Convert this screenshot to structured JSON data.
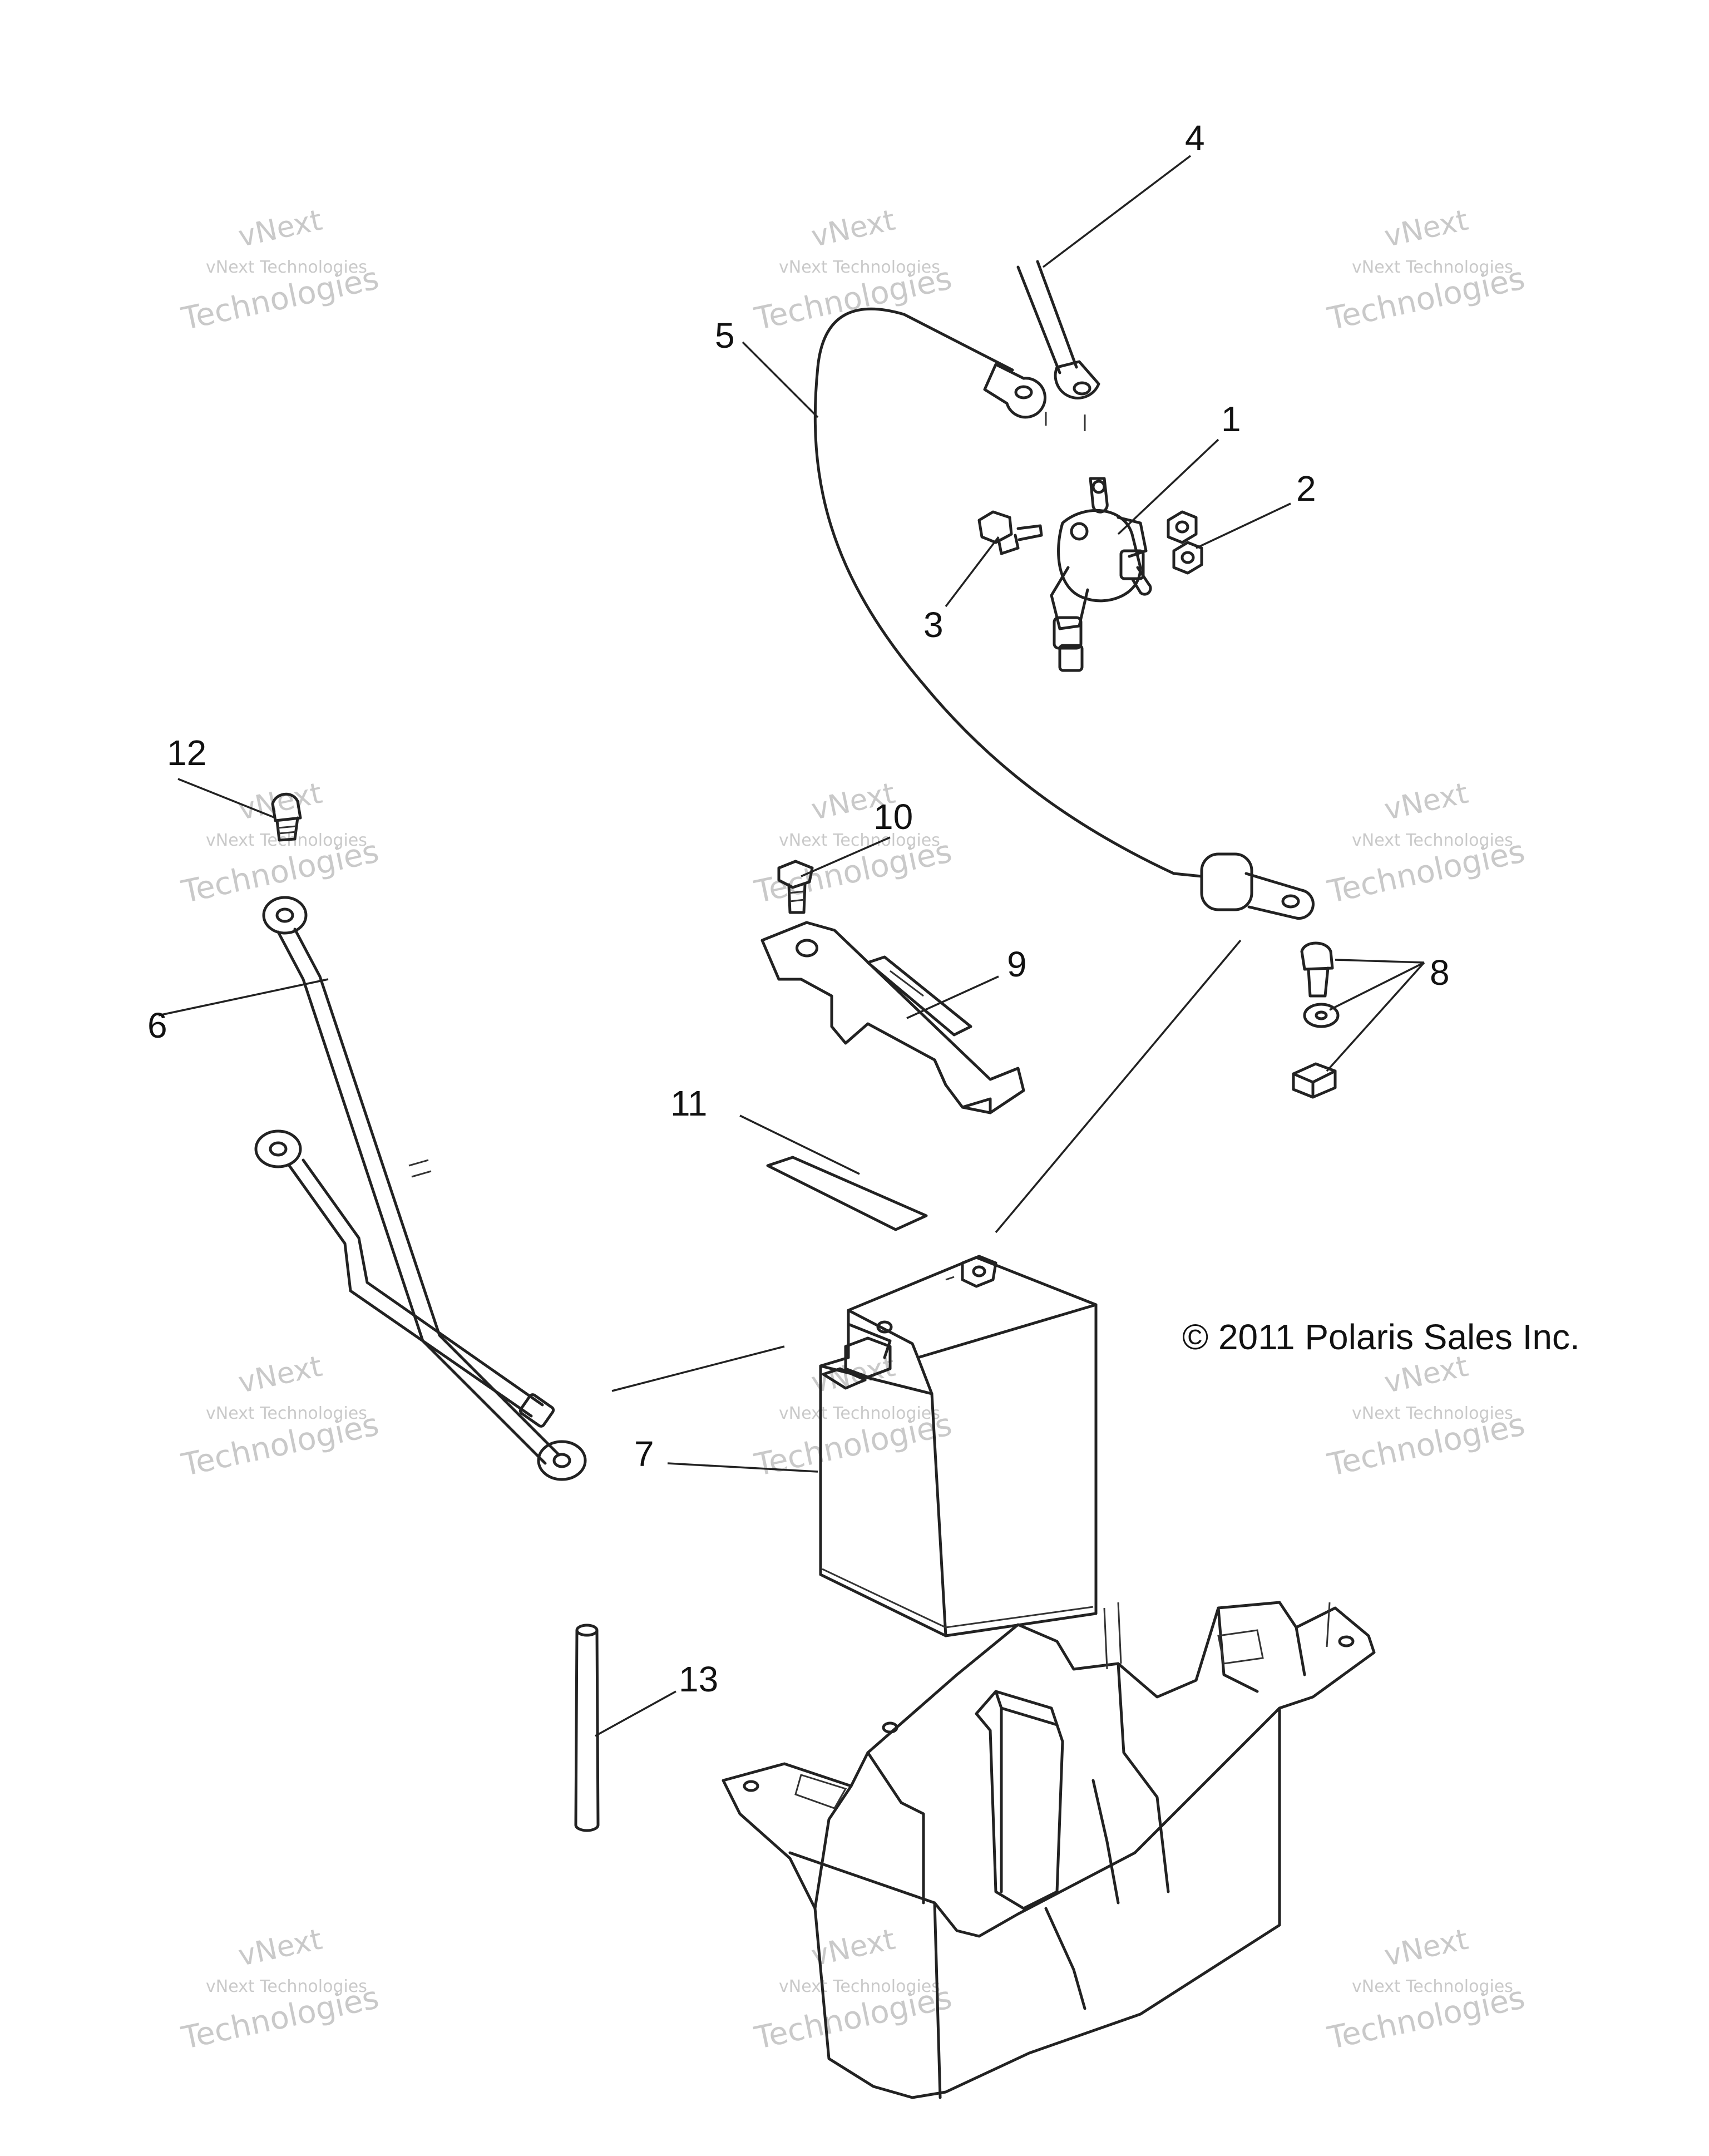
{
  "callouts": [
    "1",
    "2",
    "3",
    "4",
    "5",
    "6",
    "7",
    "8",
    "9",
    "10",
    "11",
    "12",
    "13"
  ],
  "copyright": "© 2011 Polaris Sales Inc.",
  "watermark": {
    "line1": "vNext",
    "line2": "vNext Technologies",
    "line3": "Technologies"
  }
}
